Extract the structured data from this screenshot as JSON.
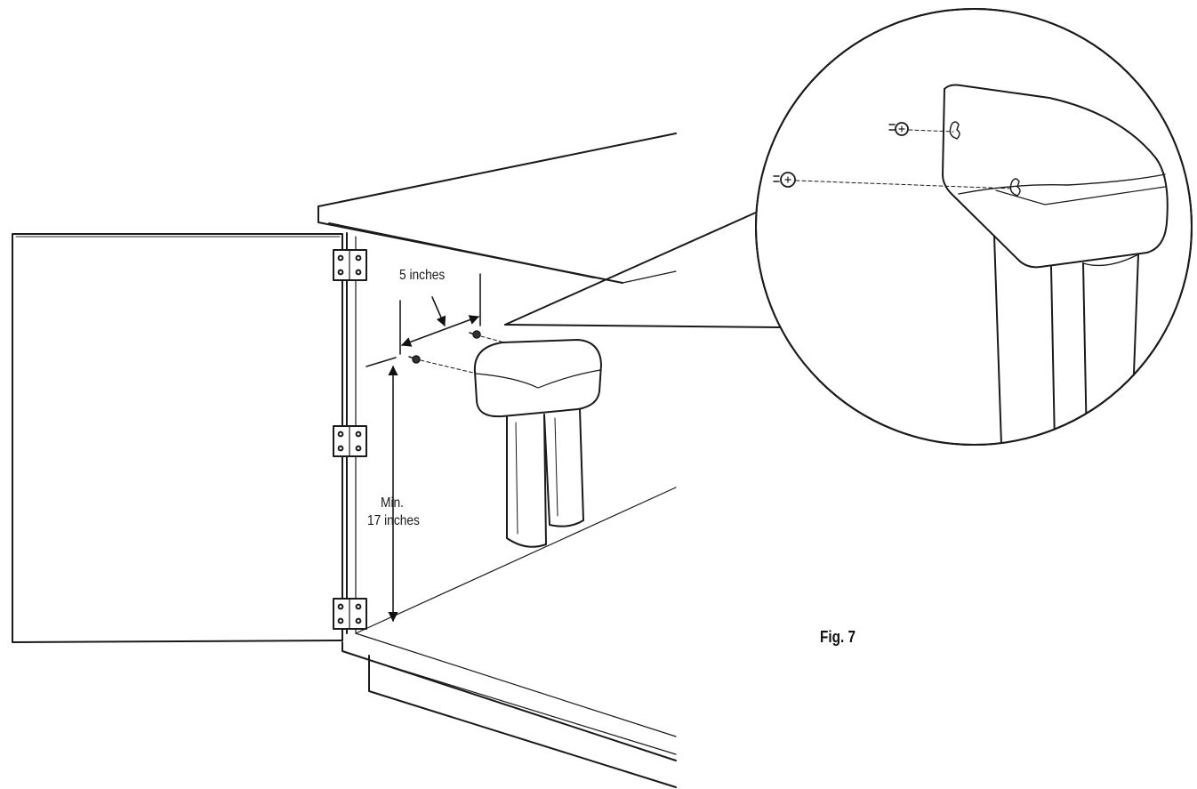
{
  "labels": {
    "spacing": "5 inches",
    "min_line1": "Min.",
    "min_line2": "17 inches",
    "figure": "Fig. 7"
  }
}
